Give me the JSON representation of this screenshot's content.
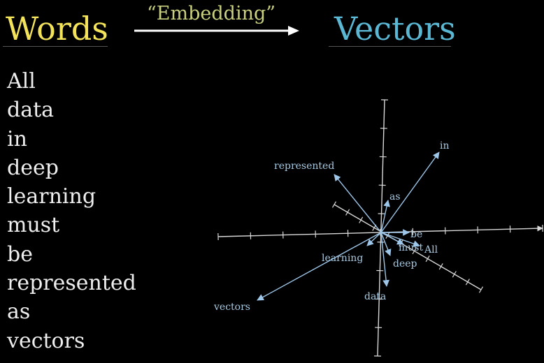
{
  "header": {
    "left_title": "Words",
    "center_label": "“Embedding”",
    "right_title": "Vectors"
  },
  "words": [
    "All",
    "data",
    "in",
    "deep",
    "learning",
    "must",
    "be",
    "represented",
    "as",
    "vectors"
  ],
  "colors": {
    "words_title": "#f2e35a",
    "vectors_title": "#5bb8d4",
    "embedding_label": "#c8cf7e",
    "vector_color": "#9ec6e8",
    "axis_color": "#d8d8d8"
  },
  "vectors": [
    {
      "label": "in"
    },
    {
      "label": "represented"
    },
    {
      "label": "as"
    },
    {
      "label": "be"
    },
    {
      "label": "must"
    },
    {
      "label": "All"
    },
    {
      "label": "learning"
    },
    {
      "label": "deep"
    },
    {
      "label": "data"
    },
    {
      "label": "vectors"
    }
  ]
}
